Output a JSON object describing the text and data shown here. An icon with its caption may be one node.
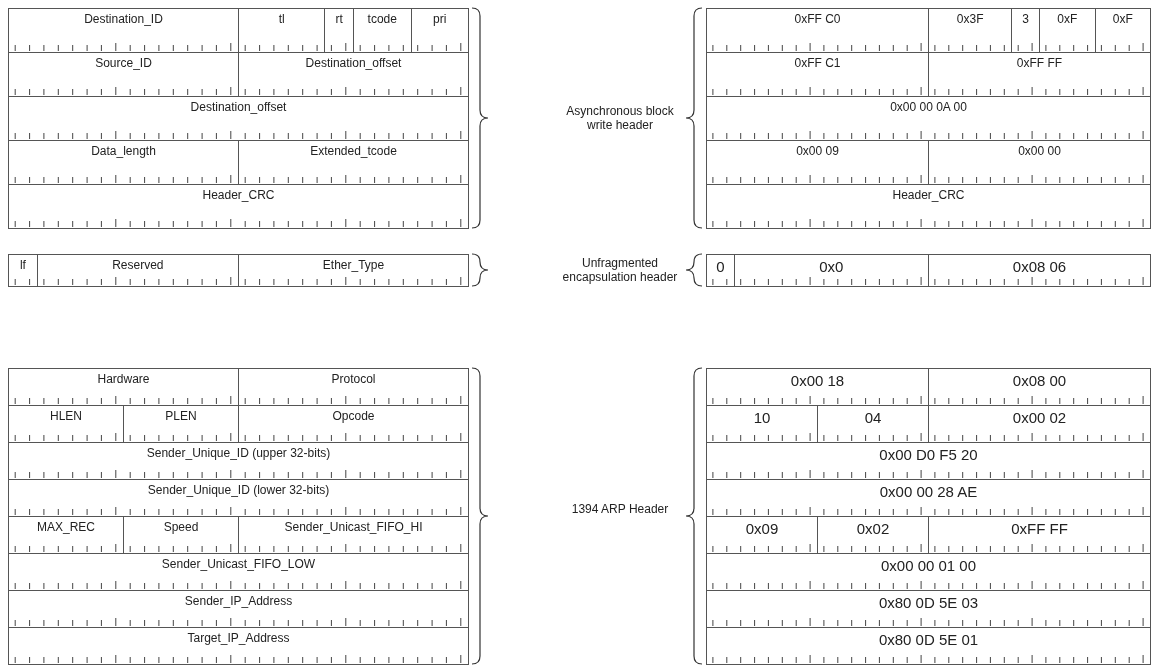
{
  "diagram": {
    "labels": [
      "Destination_ID",
      "tl",
      "rt",
      "tcode",
      "pri",
      "Source_ID",
      "Destination_offset",
      "Destination_offset",
      "Data_length",
      "Extended_tcode",
      "Header_CRC",
      "Asynchronous block write header",
      "0xFF C0",
      "0x3F",
      "3",
      "0xF",
      "0xF",
      "0xFF C1",
      "0xFF FF",
      "0x00 00 0A 00",
      "0x00 09",
      "0x00 00",
      "Header_CRC",
      "lf",
      "Reserved",
      "Ether_Type",
      "Unfragmented encapsulation header",
      "0",
      "0x0",
      "0x08 06",
      "Hardware",
      "Protocol",
      "HLEN",
      "PLEN",
      "Opcode",
      "Sender_Unique_ID (upper 32-bits)",
      "Sender_Unique_ID (lower 32-bits)",
      "MAX_REC",
      "Speed",
      "Sender_Unicast_FIFO_HI",
      "Sender_Unicast_FIFO_LOW",
      "Sender_IP_Address",
      "Target_IP_Address",
      "1394 ARP Header",
      "0x00 18",
      "0x08 00",
      "10",
      "04",
      "0x00 02",
      "0x00 D0 F5 20",
      "0x00 00 28 AE",
      "0x09",
      "0x02",
      "0xFF FF",
      "0x00 00 01 00",
      "0x80 0D 5E 03",
      "0x80 0D 5E 01"
    ]
  }
}
